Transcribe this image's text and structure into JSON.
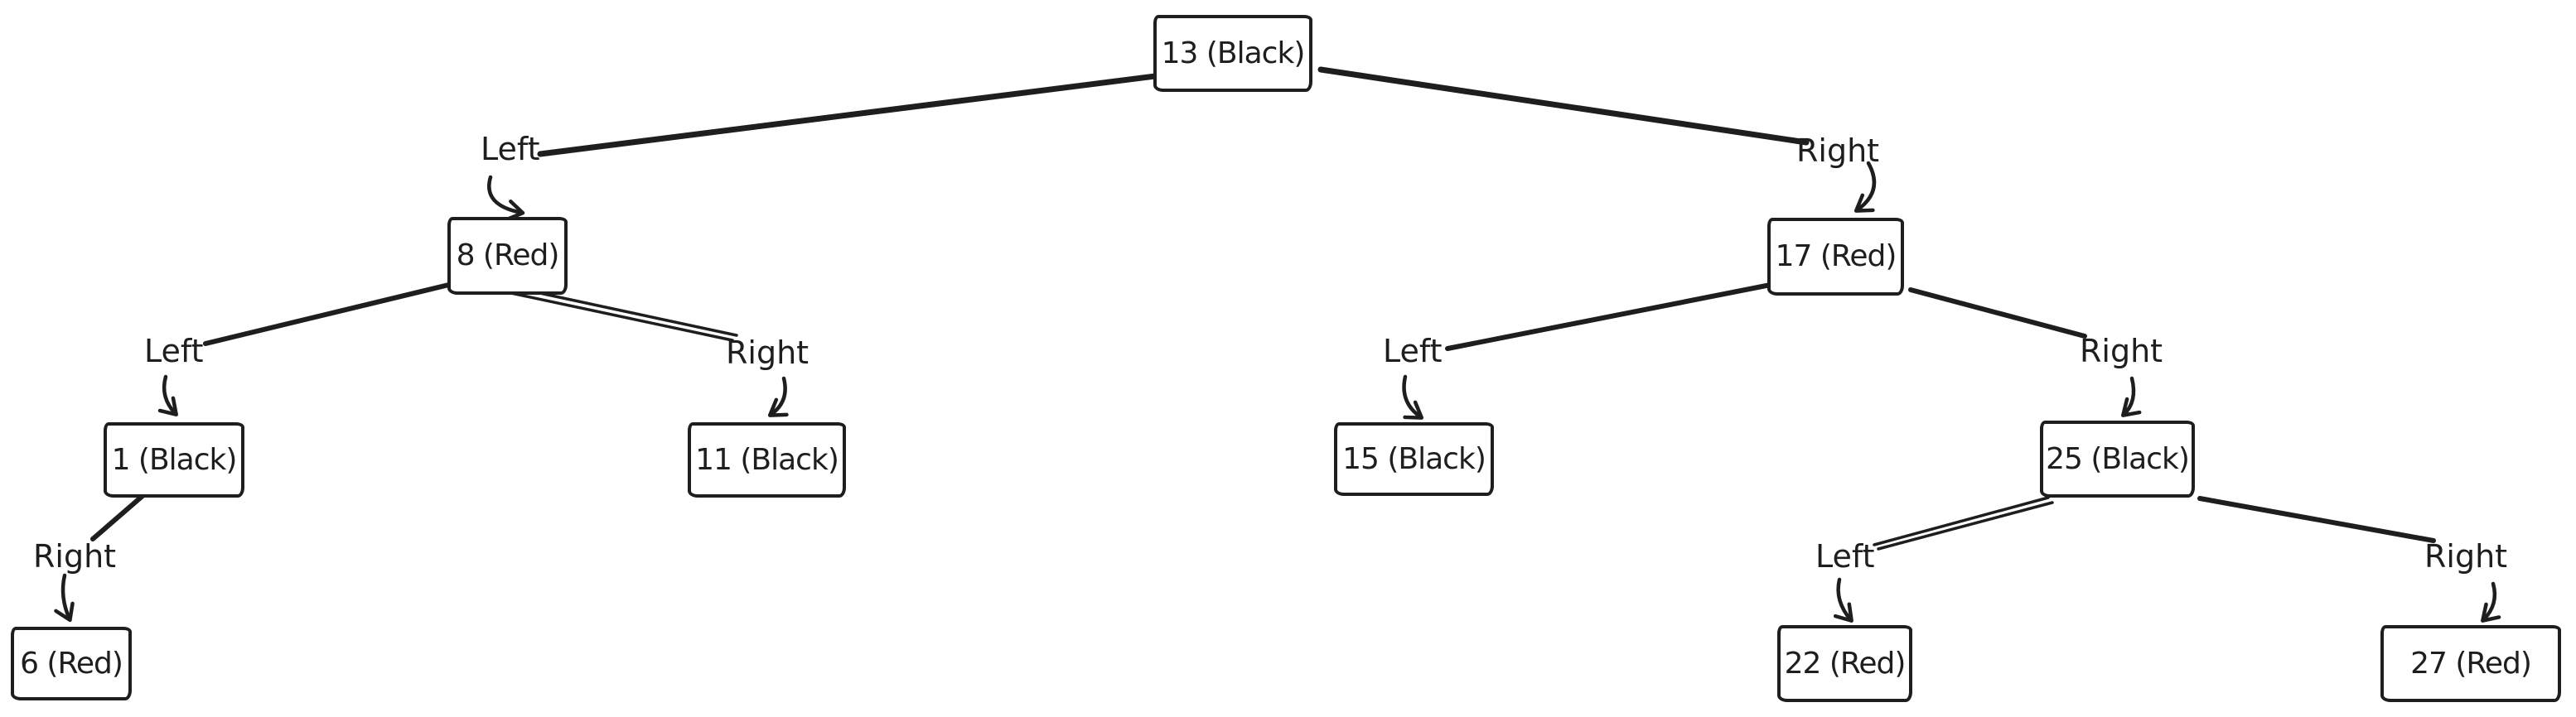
{
  "diagram": {
    "colors": {
      "stroke": "#1e1e1e",
      "node_fill": "#ffffff",
      "background": "#ffffff"
    },
    "nodes": [
      {
        "id": "13",
        "value": "13",
        "node_color": "Black",
        "label": "13 (Black)"
      },
      {
        "id": "8",
        "value": "8",
        "node_color": "Red",
        "label": "8 (Red)"
      },
      {
        "id": "17",
        "value": "17",
        "node_color": "Red",
        "label": "17 (Red)"
      },
      {
        "id": "1",
        "value": "1",
        "node_color": "Black",
        "label": "1 (Black)"
      },
      {
        "id": "11",
        "value": "11",
        "node_color": "Black",
        "label": "11 (Black)"
      },
      {
        "id": "15",
        "value": "15",
        "node_color": "Black",
        "label": "15 (Black)"
      },
      {
        "id": "25",
        "value": "25",
        "node_color": "Black",
        "label": "25 (Black)"
      },
      {
        "id": "6",
        "value": "6",
        "node_color": "Red",
        "label": "6 (Red)"
      },
      {
        "id": "22",
        "value": "22",
        "node_color": "Red",
        "label": "22 (Red)"
      },
      {
        "id": "27",
        "value": "27",
        "node_color": "Red",
        "label": "27 (Red)"
      }
    ],
    "edges": [
      {
        "from": "13",
        "to": "8",
        "label": "Left"
      },
      {
        "from": "13",
        "to": "17",
        "label": "Right"
      },
      {
        "from": "8",
        "to": "1",
        "label": "Left"
      },
      {
        "from": "8",
        "to": "11",
        "label": "Right"
      },
      {
        "from": "1",
        "to": "6",
        "label": "Right"
      },
      {
        "from": "17",
        "to": "15",
        "label": "Left"
      },
      {
        "from": "17",
        "to": "25",
        "label": "Right"
      },
      {
        "from": "25",
        "to": "22",
        "label": "Left"
      },
      {
        "from": "25",
        "to": "27",
        "label": "Right"
      }
    ]
  }
}
